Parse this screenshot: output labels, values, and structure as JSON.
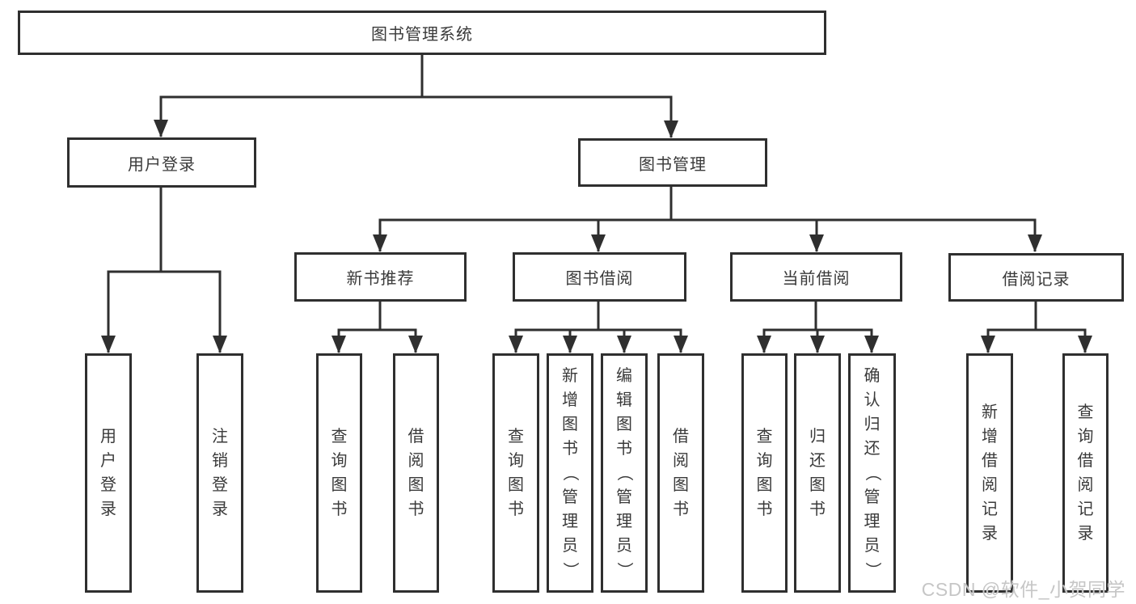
{
  "diagram": {
    "type": "tree",
    "title": "图书管理系统",
    "root": {
      "label": "图书管理系统",
      "children": [
        {
          "label": "用户登录",
          "children": [
            {
              "label": "用户登录"
            },
            {
              "label": "注销登录"
            }
          ]
        },
        {
          "label": "图书管理",
          "children": [
            {
              "label": "新书推荐",
              "children": [
                {
                  "label": "查询图书"
                },
                {
                  "label": "借阅图书"
                }
              ]
            },
            {
              "label": "图书借阅",
              "children": [
                {
                  "label": "查询图书"
                },
                {
                  "label": "新增图书（管理员）"
                },
                {
                  "label": "编辑图书（管理员）"
                },
                {
                  "label": "借阅图书"
                }
              ]
            },
            {
              "label": "当前借阅",
              "children": [
                {
                  "label": "查询图书"
                },
                {
                  "label": "归还图书"
                },
                {
                  "label": "确认归还（管理员）"
                }
              ]
            },
            {
              "label": "借阅记录",
              "children": [
                {
                  "label": "新增借阅记录"
                },
                {
                  "label": "查询借阅记录"
                }
              ]
            }
          ]
        }
      ]
    }
  },
  "watermark": {
    "text": "CSDN @软件_小贺同学"
  },
  "colors": {
    "line": "#2f2f2f",
    "box_border": "#2f2f2f",
    "text": "#3a3a3a",
    "background": "#ffffff",
    "watermark": "#c6c6c6"
  }
}
